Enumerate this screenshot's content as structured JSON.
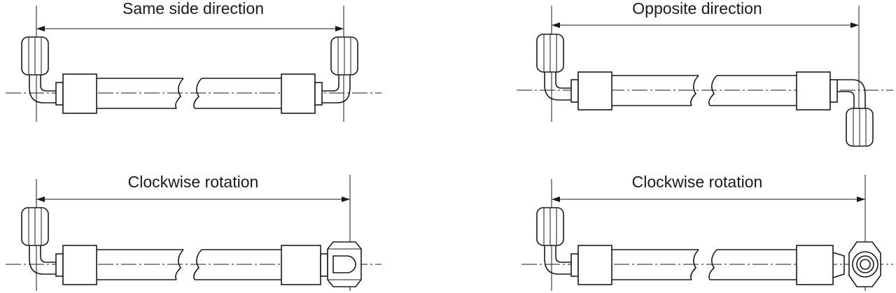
{
  "panels": [
    {
      "id": "top-left",
      "title": "Same side direction"
    },
    {
      "id": "top-right",
      "title": "Opposite direction"
    },
    {
      "id": "bottom-left",
      "title": "Clockwise rotation"
    },
    {
      "id": "bottom-right",
      "title": "Clockwise rotation"
    }
  ]
}
